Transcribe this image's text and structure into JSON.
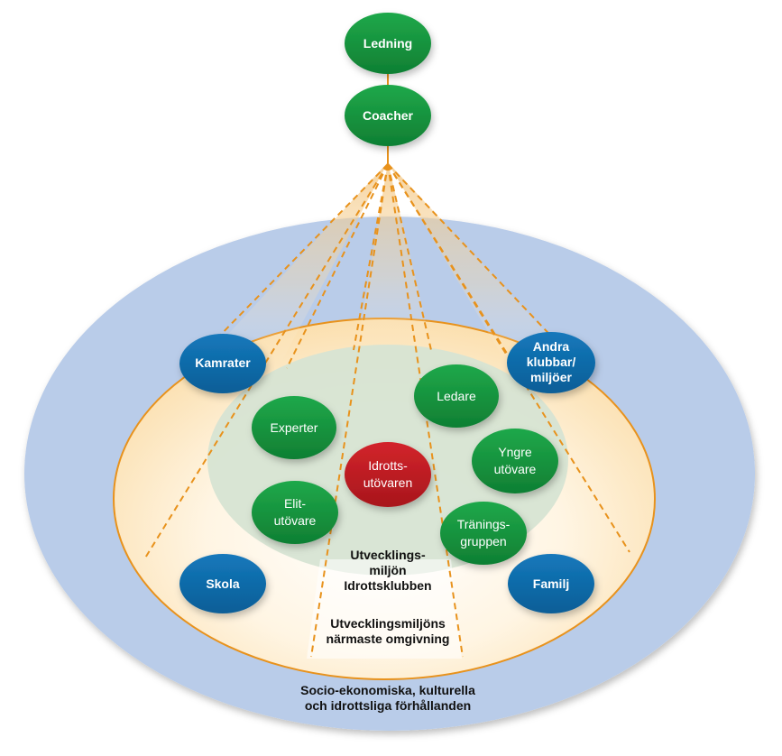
{
  "colors": {
    "outer_ring": "#b7cbe9",
    "middle_ring": "#fde9c4",
    "inner_ring": "#d7e4d3",
    "orange_line": "#e8921c",
    "green_node": "#15913c",
    "blue_node": "#0f6aa8",
    "red_node": "#c21d23"
  },
  "top": {
    "ledning": "Ledning",
    "coacher": "Coacher"
  },
  "outer_nodes": {
    "kamrater": "Kamrater",
    "andra": [
      "Andra",
      "klubbar/",
      "miljöer"
    ],
    "skola": "Skola",
    "familj": "Familj"
  },
  "inner_nodes": {
    "experter": "Experter",
    "ledare": "Ledare",
    "yngre": [
      "Yngre",
      "utövare"
    ],
    "elit": [
      "Elit-",
      "utövare"
    ],
    "traning": [
      "Tränings-",
      "gruppen"
    ],
    "center": [
      "Idrotts-",
      "utövaren"
    ]
  },
  "captions": {
    "inner": [
      "Utvecklings-",
      "miljön",
      "Idrottsklubben"
    ],
    "middle": [
      "Utvecklingsmiljöns",
      "närmaste omgivning"
    ],
    "outer": [
      "Socio-ekonomiska, kulturella",
      "och idrottsliga förhållanden"
    ]
  }
}
